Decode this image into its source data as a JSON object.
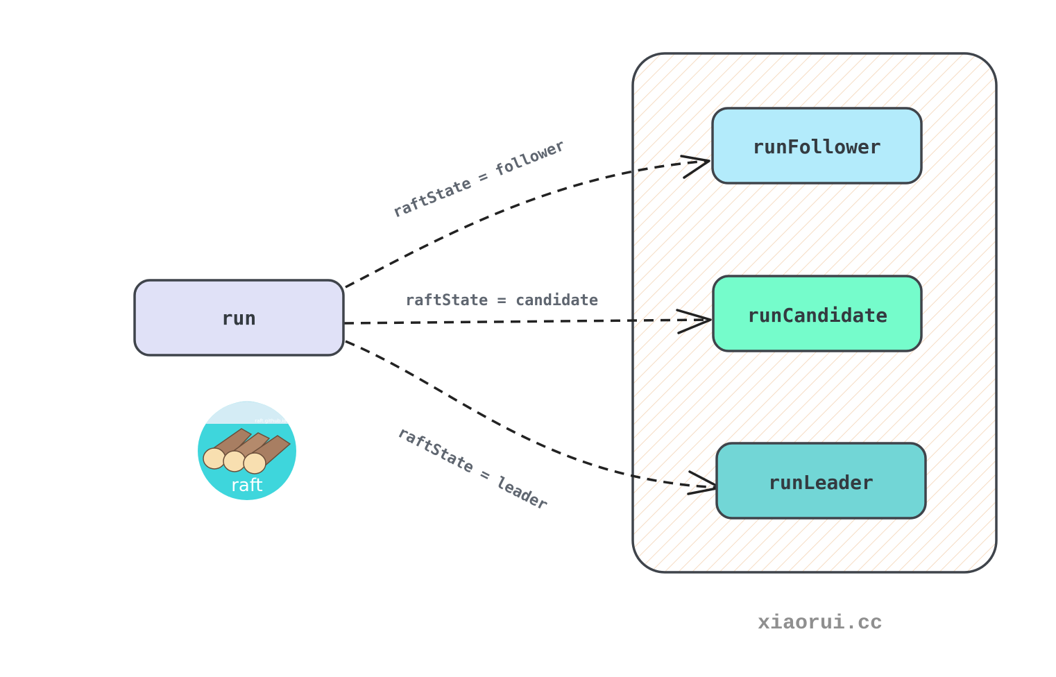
{
  "diagram": {
    "nodes": {
      "run": {
        "label": "run",
        "fill": "#e0e1f7"
      },
      "follower": {
        "label": "runFollower",
        "fill": "#b3ebfb"
      },
      "candidate": {
        "label": "runCandidate",
        "fill": "#75fccb"
      },
      "leader": {
        "label": "runLeader",
        "fill": "#72d6d6"
      }
    },
    "container": {
      "fill_hatch": "#f6dcc3",
      "stroke": "#3f444b"
    },
    "edges": [
      {
        "from": "run",
        "to": "runFollower",
        "label": "raftState = follower"
      },
      {
        "from": "run",
        "to": "runCandidate",
        "label": "raftState = candidate"
      },
      {
        "from": "run",
        "to": "runLeader",
        "label": "raftState = leader"
      }
    ],
    "logo": {
      "text": "raft",
      "subtext": "raft.github.io",
      "color": "#3ed6dc"
    },
    "watermark": "xiaorui.cc"
  }
}
